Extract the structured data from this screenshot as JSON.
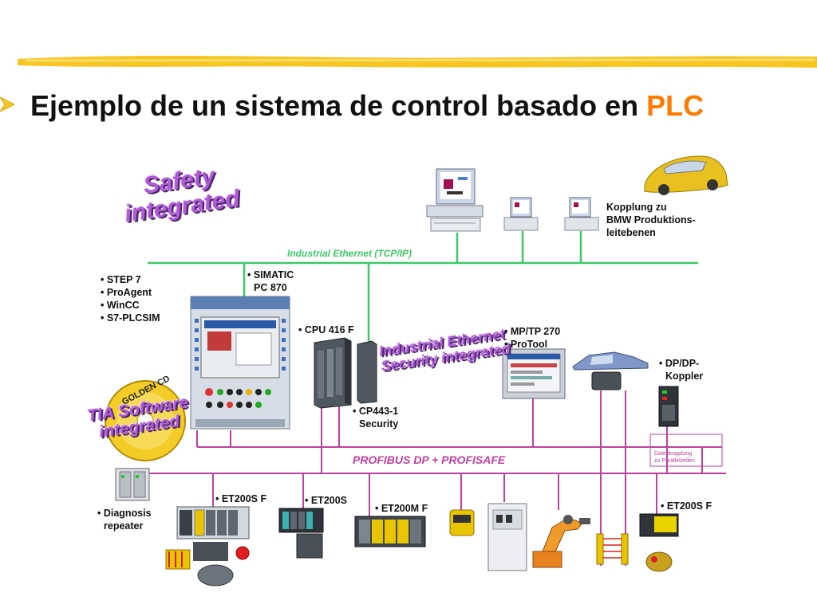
{
  "slide": {
    "title_main": "Ejemplo de un sistema de control basado en ",
    "title_accent": "PLC"
  },
  "badges": {
    "safety": [
      "Safety",
      "integrated"
    ],
    "security": [
      "Industrial Ethernet",
      "Security integrated"
    ],
    "tia": [
      "TIA Software",
      "integrated"
    ],
    "golden_cd": "GOLDEN CD"
  },
  "networks": {
    "ethernet": "Industrial Ethernet (TCP/IP)",
    "profibus": "PROFIBUS DP + PROFISAFE",
    "datenkopplung": [
      "Datenkopplung",
      "zu Parallelzellen"
    ]
  },
  "labels": {
    "software": [
      "• STEP 7",
      "• ProAgent",
      "• WinCC",
      "• S7-PLCSIM"
    ],
    "simatic": [
      "• SIMATIC",
      "PC 870"
    ],
    "cpu": "• CPU 416 F",
    "cp443": [
      "• CP443-1",
      "Security"
    ],
    "mp_tp": [
      "• MP/TP 270",
      "• ProTool"
    ],
    "dp_dp": [
      "• DP/DP-",
      "Koppler"
    ],
    "kopplung": [
      "Kopplung zu",
      "BMW Produktions-",
      "leitebenen"
    ],
    "diagnosis": [
      "• Diagnosis",
      "repeater"
    ],
    "et200s_f_left": "• ET200S F",
    "et200s": "• ET200S",
    "et200m_f": "• ET200M F",
    "et200s_f_right": "• ET200S F"
  },
  "colors": {
    "ethernet_line": "#3ec86a",
    "profibus_line": "#c040a0",
    "title_accent": "#ff7a00",
    "wordart": "#b05ad8",
    "header_stroke": "#f5c21a"
  }
}
